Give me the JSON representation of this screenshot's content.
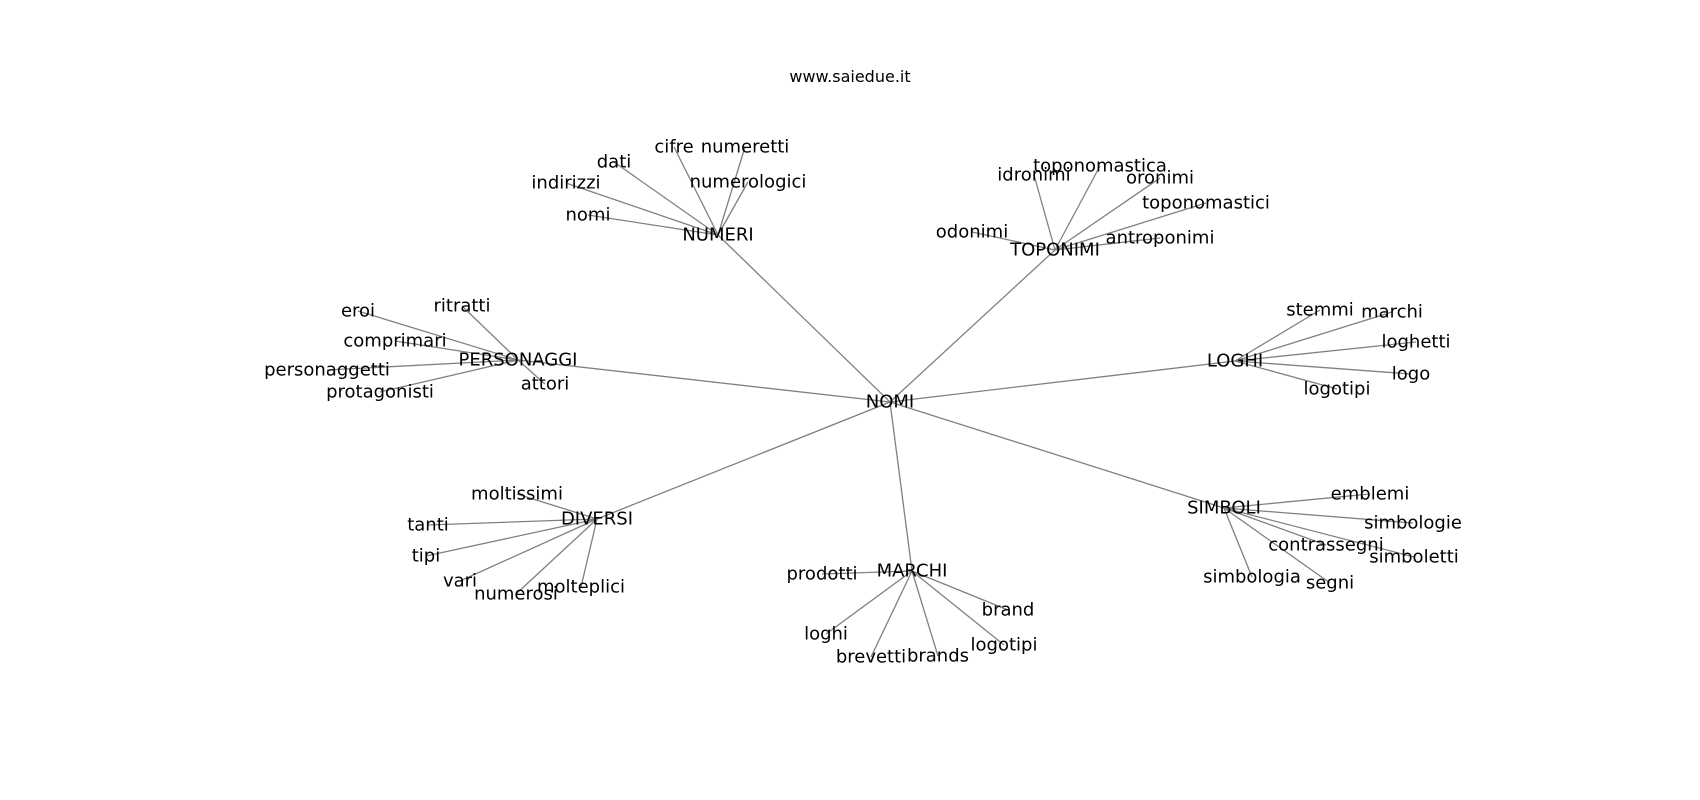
{
  "header": {
    "site": "www.saiedue.it"
  },
  "graph": {
    "root": "NOMI",
    "groups": [
      {
        "id": "numeri",
        "label": "NUMERI",
        "leaves": [
          "nomi",
          "indirizzi",
          "dati",
          "cifre",
          "numeretti",
          "numerologici"
        ]
      },
      {
        "id": "toponimi",
        "label": "TOPONIMI",
        "leaves": [
          "odonimi",
          "idronimi",
          "toponomastica",
          "oronimi",
          "toponomastici",
          "antroponimi"
        ]
      },
      {
        "id": "personaggi",
        "label": "PERSONAGGI",
        "leaves": [
          "ritratti",
          "eroi",
          "comprimari",
          "personaggetti",
          "protagonisti",
          "attori"
        ]
      },
      {
        "id": "loghi",
        "label": "LOGHI",
        "leaves": [
          "stemmi",
          "marchi",
          "loghetti",
          "logo",
          "logotipi"
        ]
      },
      {
        "id": "diversi",
        "label": "DIVERSI",
        "leaves": [
          "moltissimi",
          "tanti",
          "tipi",
          "vari",
          "numerosi",
          "molteplici"
        ]
      },
      {
        "id": "marchi",
        "label": "MARCHI",
        "leaves": [
          "prodotti",
          "loghi",
          "brevetti",
          "brands",
          "logotipi",
          "brand"
        ]
      },
      {
        "id": "simboli",
        "label": "SIMBOLI",
        "leaves": [
          "emblemi",
          "simbologie",
          "simboletti",
          "contrassegni",
          "segni",
          "simbologia"
        ]
      }
    ]
  },
  "colors": {
    "edge": "#808080",
    "text": "#000000",
    "background": "#ffffff"
  }
}
